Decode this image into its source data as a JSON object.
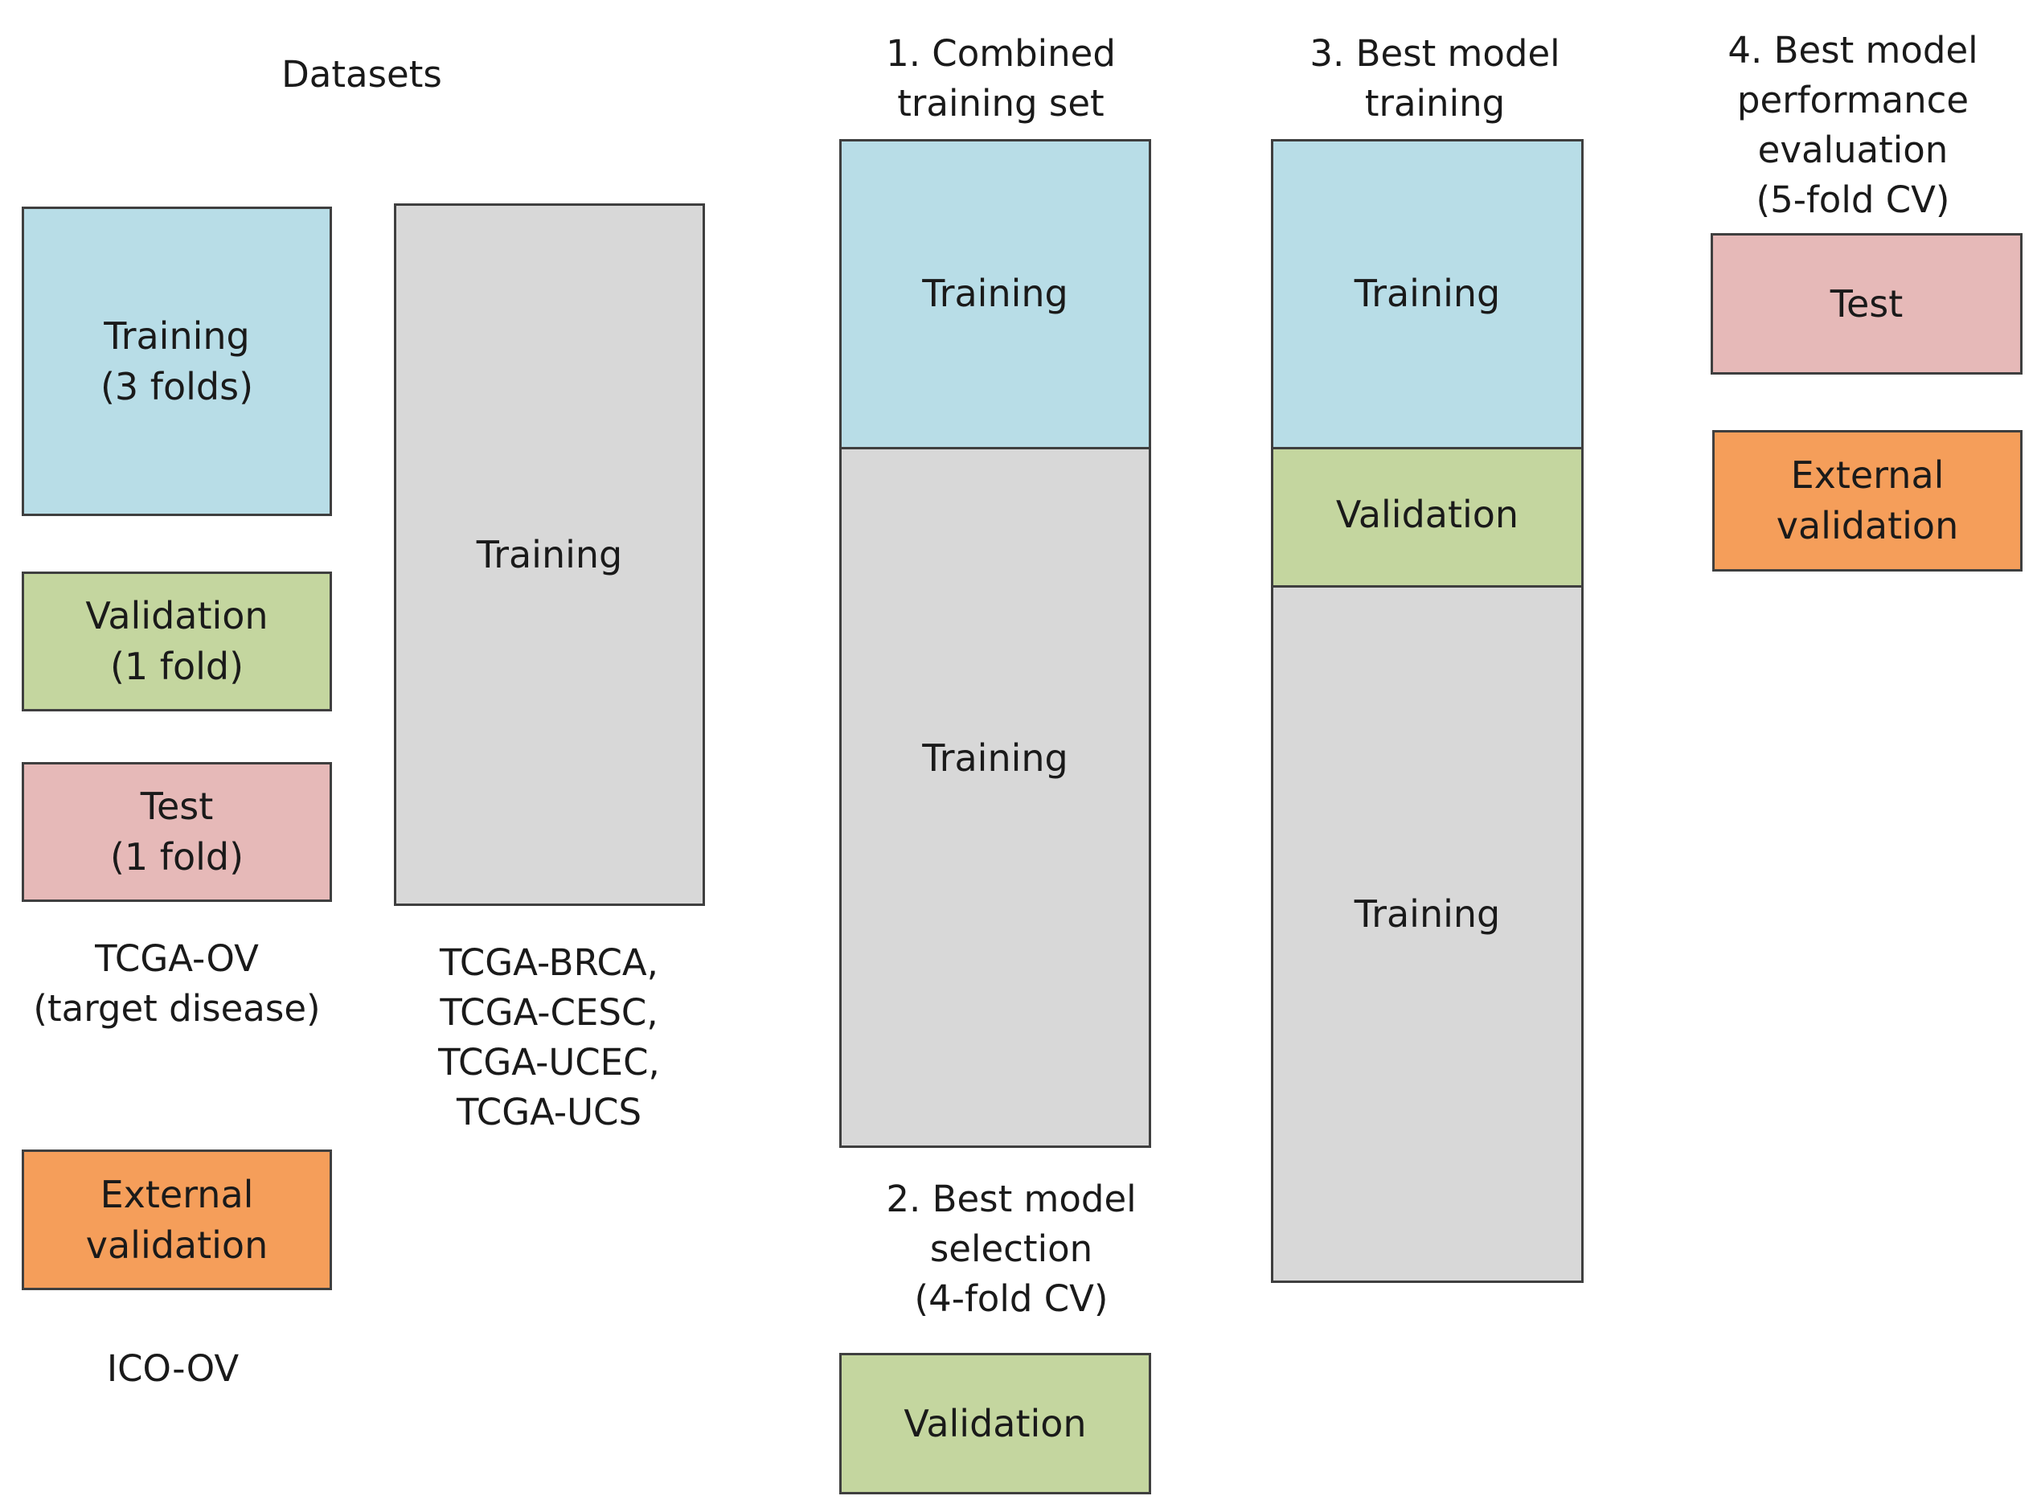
{
  "headers": {
    "datasets": "Datasets",
    "step1": "1. Combined\ntraining set",
    "step2": "2. Best model\nselection\n(4-fold CV)",
    "step3": "3. Best model\ntraining",
    "step4": "4. Best model\nperformance\nevaluation\n(5-fold CV)"
  },
  "datasets": {
    "target_boxes": {
      "training": "Training\n(3 folds)",
      "validation": "Validation\n(1 fold)",
      "test": "Test\n(1 fold)"
    },
    "target_caption": "TCGA-OV\n(target disease)",
    "other_box": "Training",
    "other_caption": "TCGA-BRCA,\nTCGA-CESC,\nTCGA-UCEC,\nTCGA-UCS",
    "external_box": "External\nvalidation",
    "external_caption": "ICO-OV"
  },
  "step1": {
    "top_segment": "Training",
    "bottom_segment": "Training"
  },
  "step2": {
    "validation_box": "Validation"
  },
  "step3": {
    "top_segment": "Training",
    "middle_segment": "Validation",
    "bottom_segment": "Training"
  },
  "step4": {
    "test_box": "Test",
    "external_box": "External\nvalidation"
  },
  "colors": {
    "training_target": "#b8dde7",
    "training_other": "#d8d8d8",
    "validation": "#c4d69f",
    "test": "#e6b9b8",
    "external": "#f59e5a",
    "border": "#3f3f3f"
  }
}
